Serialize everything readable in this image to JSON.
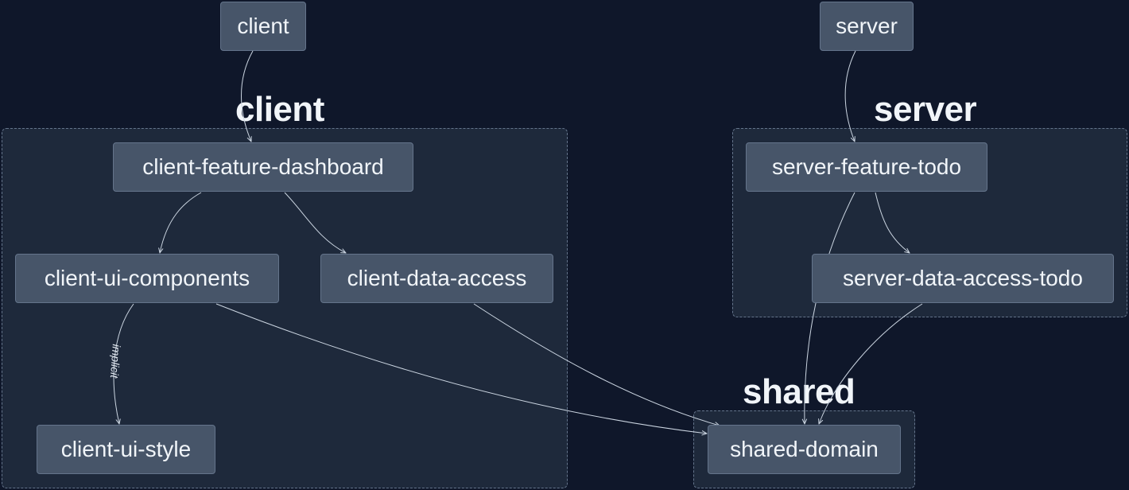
{
  "groups": {
    "client": {
      "title": "client"
    },
    "server": {
      "title": "server"
    },
    "shared": {
      "title": "shared"
    }
  },
  "nodes": {
    "client_app": {
      "label": "client"
    },
    "server_app": {
      "label": "server"
    },
    "client_feature_dashboard": {
      "label": "client-feature-dashboard"
    },
    "client_ui_components": {
      "label": "client-ui-components"
    },
    "client_data_access": {
      "label": "client-data-access"
    },
    "client_ui_style": {
      "label": "client-ui-style"
    },
    "server_feature_todo": {
      "label": "server-feature-todo"
    },
    "server_data_access_todo": {
      "label": "server-data-access-todo"
    },
    "shared_domain": {
      "label": "shared-domain"
    }
  },
  "edges": [
    {
      "from": "client",
      "to": "client-feature-dashboard"
    },
    {
      "from": "client-feature-dashboard",
      "to": "client-ui-components"
    },
    {
      "from": "client-feature-dashboard",
      "to": "client-data-access"
    },
    {
      "from": "client-ui-components",
      "to": "client-ui-style",
      "label": "implicit"
    },
    {
      "from": "client-ui-components",
      "to": "shared-domain"
    },
    {
      "from": "client-data-access",
      "to": "shared-domain"
    },
    {
      "from": "server",
      "to": "server-feature-todo"
    },
    {
      "from": "server-feature-todo",
      "to": "server-data-access-todo"
    },
    {
      "from": "server-feature-todo",
      "to": "shared-domain"
    },
    {
      "from": "server-data-access-todo",
      "to": "shared-domain"
    }
  ],
  "colors": {
    "background": "#0f172a",
    "group_fill": "#1e293b",
    "group_border": "#64748b",
    "node_fill": "#475569",
    "text": "#f1f5f9",
    "edge": "#cbd5e1"
  }
}
